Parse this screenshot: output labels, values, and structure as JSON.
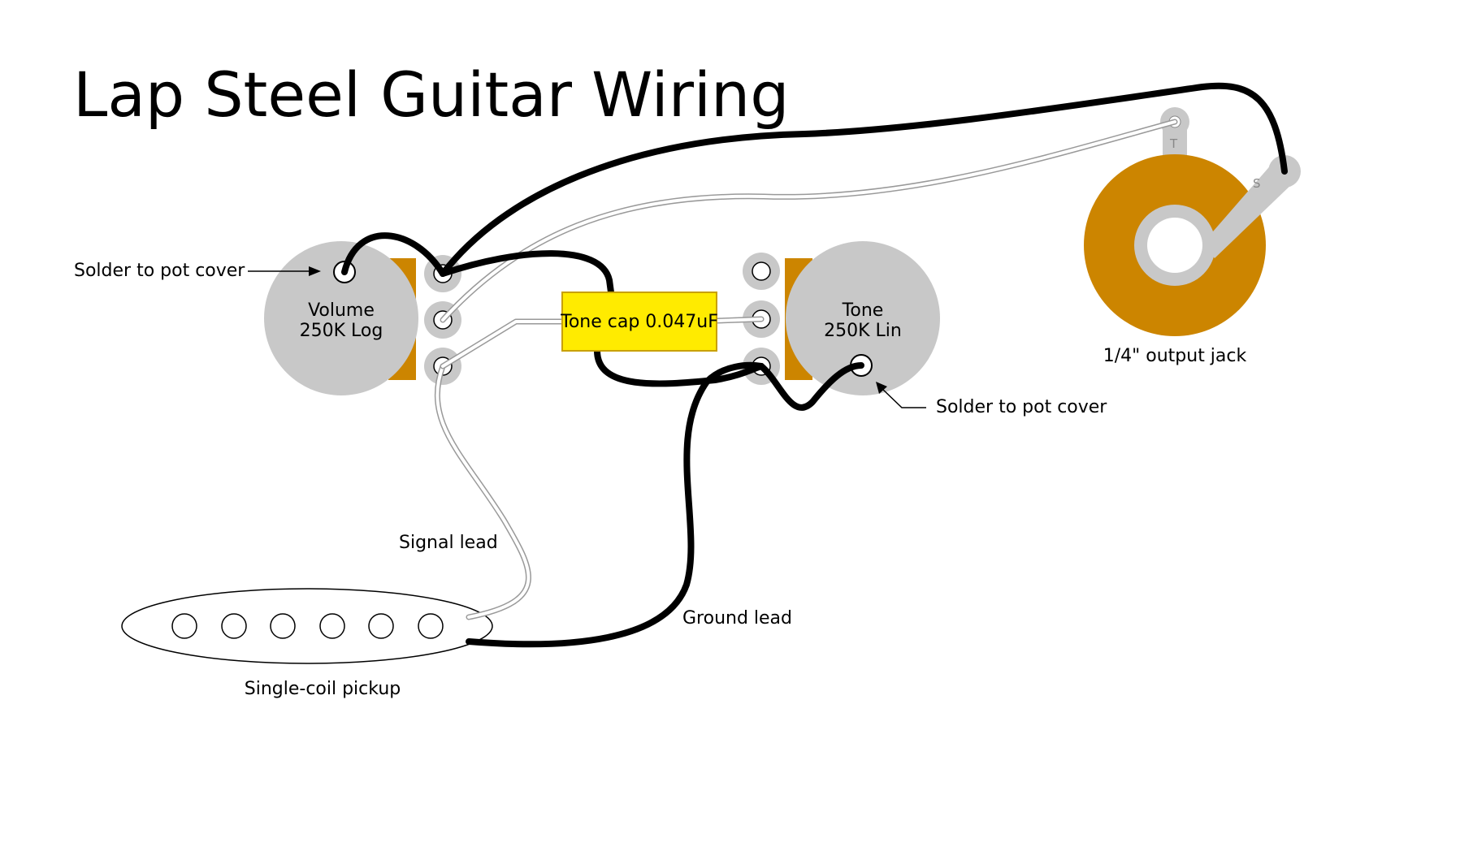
{
  "title": "Lap Steel Guitar Wiring",
  "components": {
    "volume_pot": {
      "name": "Volume",
      "value": "250K Log"
    },
    "tone_pot": {
      "name": "Tone",
      "value": "250K Lin"
    },
    "tone_cap": {
      "label": "Tone cap 0.047uF"
    },
    "output_jack": {
      "label": "1/4\" output jack",
      "tip_letter": "T",
      "sleeve_letter": "S"
    },
    "pickup": {
      "label": "Single-coil pickup"
    }
  },
  "annotations": {
    "solder_volume": "Solder to pot cover",
    "solder_tone": "Solder to pot cover",
    "signal_lead": "Signal lead",
    "ground_lead": "Ground lead"
  },
  "colors": {
    "pot_body": "#c8c8c8",
    "pot_tab": "#cc8500",
    "jack_body": "#cc8500",
    "cap_fill": "#ffeb00",
    "cap_stroke": "#c8a000",
    "ground_wire": "#000000",
    "signal_wire": "#d8d8d8",
    "lug": "#c8c8c8"
  }
}
